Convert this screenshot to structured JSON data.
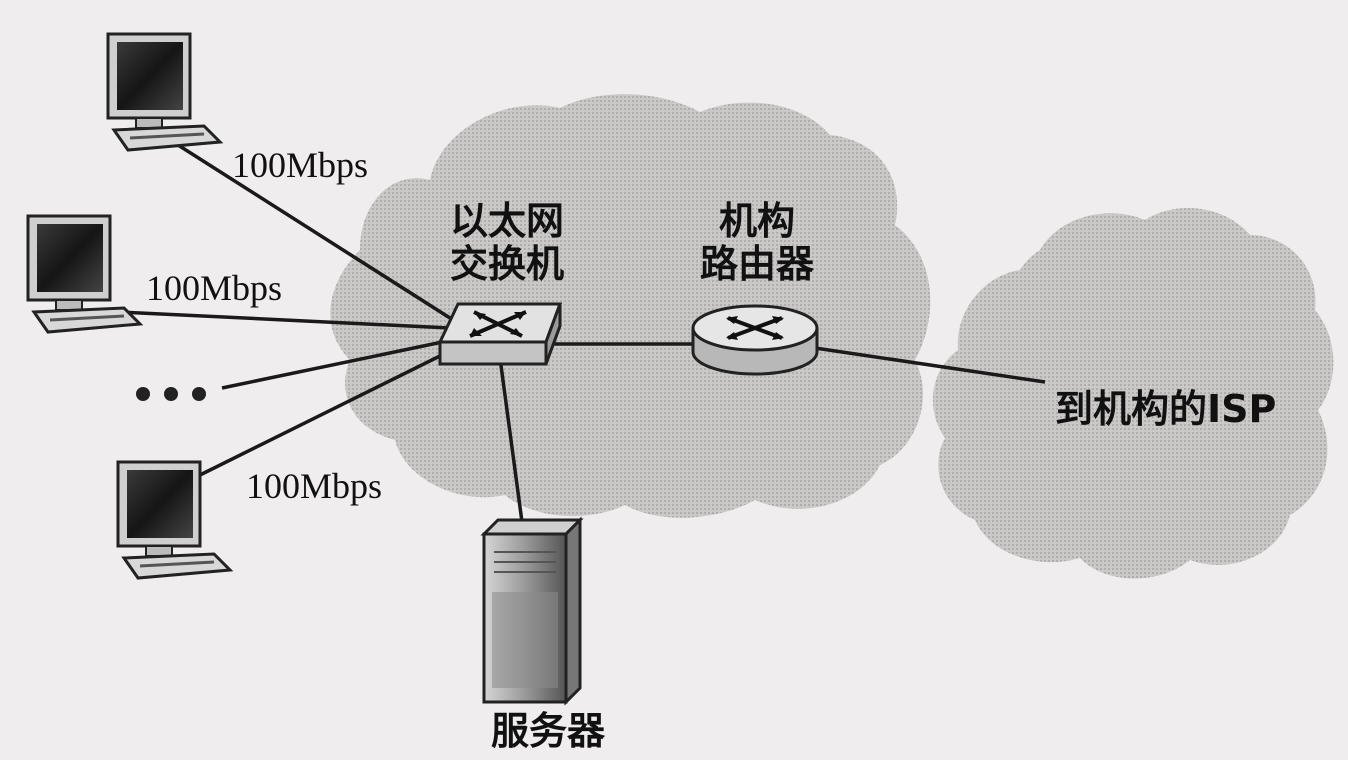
{
  "labels": {
    "link_speed_1": "100Mbps",
    "link_speed_2": "100Mbps",
    "link_speed_3": "100Mbps",
    "switch_line1": "以太网",
    "switch_line2": "交换机",
    "router_line1": "机构",
    "router_line2": "路由器",
    "isp": "到机构的ISP",
    "server": "服务器"
  },
  "colors": {
    "background": "#efeded",
    "cloud_fill": "#c9c6c6",
    "line": "#1a1a1a"
  }
}
